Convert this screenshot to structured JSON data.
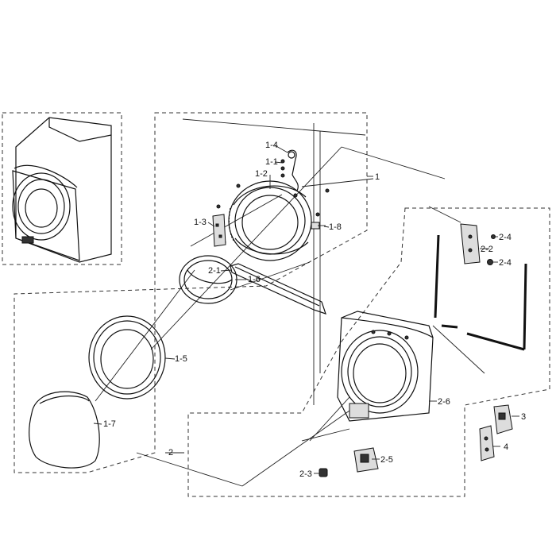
{
  "diagram": {
    "labels": {
      "l1": "1",
      "l1_1": "1-1",
      "l1_2": "1-2",
      "l1_3": "1-3",
      "l1_4": "1-4",
      "l1_5": "1-5",
      "l1_6": "1-6",
      "l1_7": "1-7",
      "l1_8": "1-8",
      "l2": "2",
      "l2_1": "2-1",
      "l2_2": "2-2",
      "l2_3": "2-3",
      "l2_4a": "2-4",
      "l2_4b": "2-4",
      "l2_5": "2-5",
      "l2_6": "2-6",
      "l3": "3",
      "l4": "4"
    }
  }
}
